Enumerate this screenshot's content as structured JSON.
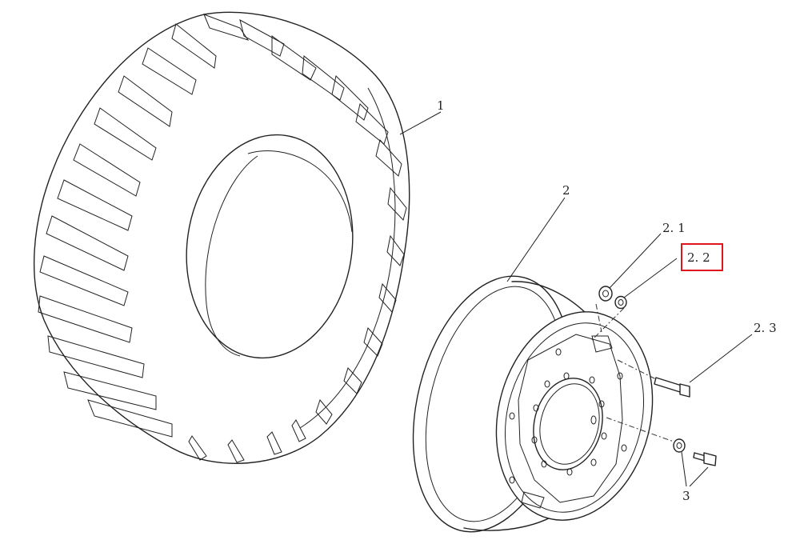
{
  "callouts": {
    "c1": "1",
    "c2": "2",
    "c21": "2. 1",
    "c22": "2. 2",
    "c23": "2. 3",
    "c3": "3"
  },
  "highlight": {
    "target": "2. 2",
    "color": "#e0141c"
  }
}
